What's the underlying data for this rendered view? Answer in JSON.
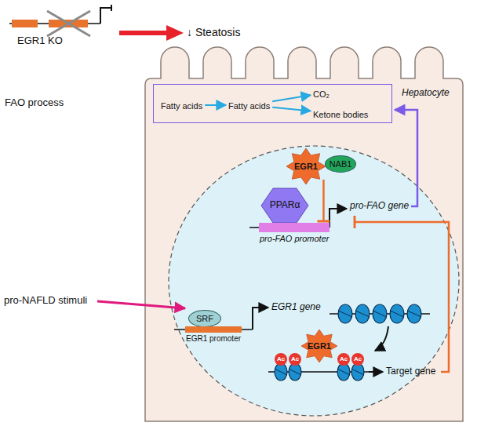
{
  "diagram": {
    "nodes": [
      {
        "text": [
          "Hepatocyte"
        ]
      },
      {
        "text": [
          "FAO process"
        ],
        "in": 0
      },
      {
        "text": [
          "Fatty acids"
        ],
        "in": 1
      },
      {
        "text": [
          "Fatty acids"
        ],
        "in": 1
      },
      {
        "text": [
          "CO₂"
        ],
        "in": 1
      },
      {
        "text": [
          "Ketone bodies"
        ],
        "in": 1
      },
      {
        "text": [
          "EGR1"
        ],
        "in": 0
      },
      {
        "text": [
          "NAB1"
        ],
        "in": 0
      },
      {
        "text": [
          "PPARα"
        ],
        "in": 0
      },
      {
        "text": [
          "pro-FAO promoter"
        ],
        "in": 0
      },
      {
        "text": [
          "SRF"
        ],
        "in": 0
      },
      {
        "text": [
          "EGR1 promoter"
        ],
        "in": 0
      },
      {
        "text": [
          "EGR1"
        ],
        "in": 0
      },
      {
        "text": [
          "Ac"
        ],
        "in": 0
      },
      {
        "text": [
          "Ac"
        ],
        "in": 0
      },
      {
        "text": [
          "Ac"
        ],
        "in": 0
      },
      {
        "text": [
          "Ac"
        ],
        "in": 0
      }
    ],
    "edges": [
      {
        "from": 2,
        "to": 3,
        "arrow": "to"
      },
      {
        "from": 3,
        "to": 4,
        "arrow": "to"
      },
      {
        "from": 3,
        "to": 5,
        "arrow": "to"
      },
      {
        "from": 6,
        "to": 9,
        "arrow": "none"
      }
    ],
    "labels": [
      "EGR1 KO",
      "↓ Steatosis",
      "pro-NAFLD stimuli",
      "pro-FAO gene",
      "EGR1 gene",
      "Target gene"
    ]
  }
}
